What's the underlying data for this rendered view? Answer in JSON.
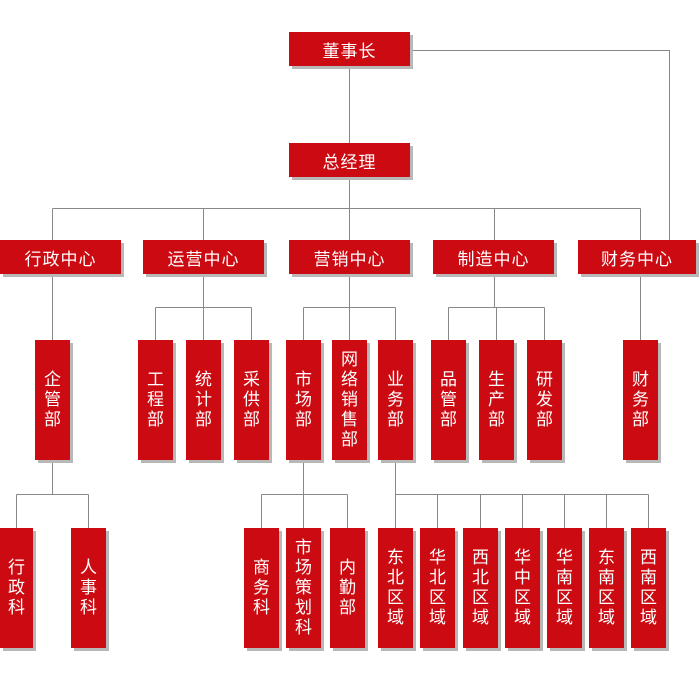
{
  "colors": {
    "box": "#cc0a12",
    "text": "#ffffff",
    "line": "#888888",
    "shadow": "#b8b8b8"
  },
  "nodes": {
    "chairman": "董事长",
    "gm": "总经理",
    "admin_center": "行政中心",
    "ops_center": "运营中心",
    "sales_center": "营销中心",
    "mfg_center": "制造中心",
    "finance_center": "财务中心",
    "enterprise_mgmt": "企管部",
    "engineering": "工程部",
    "statistics": "统计部",
    "procurement": "采供部",
    "market": "市场部",
    "online_sales": "网络销售部",
    "business": "业务部",
    "quality": "品管部",
    "production": "生产部",
    "rnd": "研发部",
    "finance_dept": "财务部",
    "admin_section": "行政科",
    "hr_section": "人事科",
    "commerce_section": "商务科",
    "marketing_planning": "市场策划科",
    "internal_service": "内勤部",
    "region_east_china": "东北区域",
    "region_north_china": "华北区域",
    "region_northwest": "西北区域",
    "region_central": "华中区域",
    "region_south": "华南区域",
    "region_southeast": "东南区域",
    "region_southwest": "西南区域"
  }
}
